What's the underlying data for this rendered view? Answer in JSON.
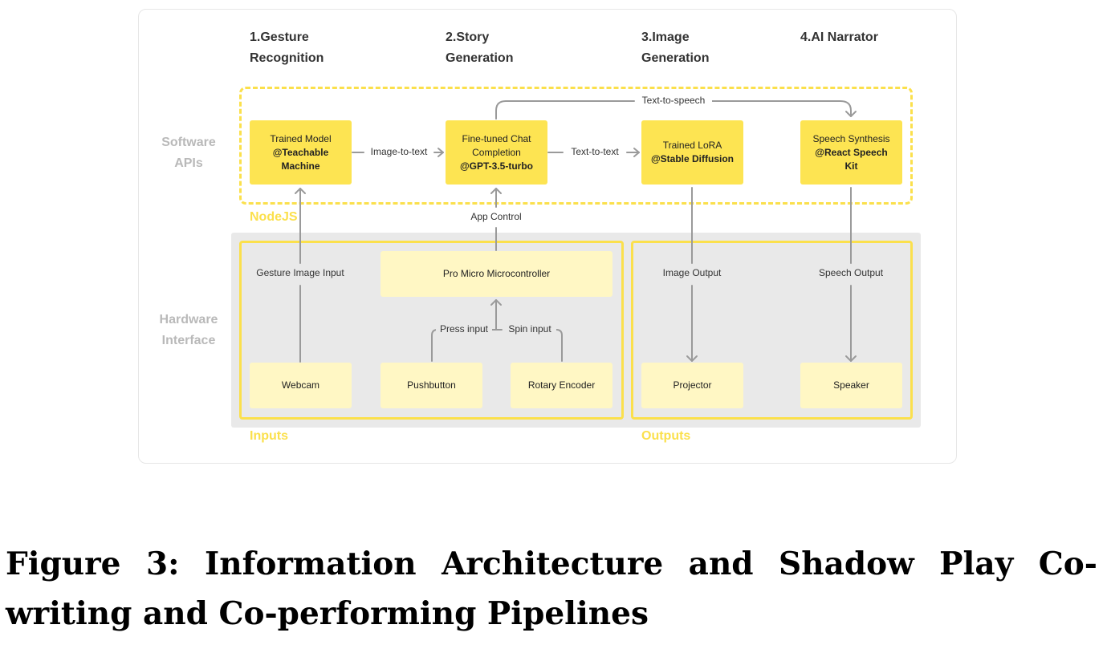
{
  "stages": [
    {
      "id": "gesture",
      "label": "1.Gesture\nRecognition"
    },
    {
      "id": "story",
      "label": "2.Story\nGeneration"
    },
    {
      "id": "image",
      "label": "3.Image\nGeneration"
    },
    {
      "id": "narrator",
      "label": "4.AI Narrator"
    }
  ],
  "rows": {
    "software": "Software\nAPIs",
    "hardware": "Hardware\nInterface"
  },
  "groups": {
    "nodejs": "NodeJS",
    "inputs": "Inputs",
    "outputs": "Outputs"
  },
  "software_boxes": {
    "trained_model": {
      "line1": "Trained Model",
      "line2": "@Teachable",
      "line3": "Machine"
    },
    "chat_completion": {
      "line1": "Fine-tuned Chat",
      "line2": "Completion",
      "line3": "@GPT-3.5-turbo"
    },
    "lora": {
      "line1": "Trained LoRA",
      "line2": "@Stable Diffusion"
    },
    "speech_synthesis": {
      "line1": "Speech Synthesis",
      "line2": "@React Speech",
      "line3": "Kit"
    }
  },
  "hardware_boxes": {
    "microcontroller": "Pro Micro Microcontroller",
    "webcam": "Webcam",
    "pushbutton": "Pushbutton",
    "rotary_encoder": "Rotary Encoder",
    "projector": "Projector",
    "speaker": "Speaker"
  },
  "connections": {
    "image_to_text": "Image-to-text",
    "text_to_text": "Text-to-text",
    "text_to_speech": "Text-to-speech",
    "app_control": "App Control",
    "gesture_image_input": "Gesture Image Input",
    "press_input": "Press input",
    "spin_input": "Spin input",
    "image_output": "Image Output",
    "speech_output": "Speech Output"
  },
  "caption": "Figure 3: Information Architecture and Shadow Play Co-writing and Co-performing Pipelines",
  "colors": {
    "accent_yellow": "#fde452",
    "light_yellow": "#fff7c4",
    "border_yellow": "#fbe04c",
    "hardware_gray": "#e9e9e9",
    "arrow_gray": "#9a9a9a"
  }
}
